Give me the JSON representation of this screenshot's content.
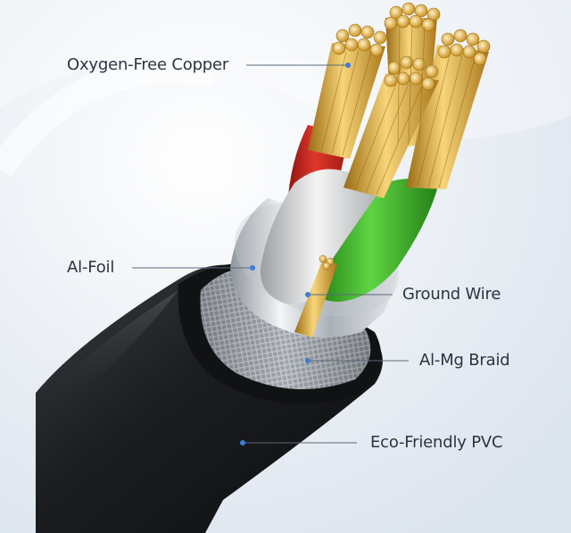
{
  "labels": {
    "copper": "Oxygen-Free Copper",
    "foil": "Al-Foil",
    "ground": "Ground Wire",
    "braid": "Al-Mg Braid",
    "pvc": "Eco-Friendly PVC"
  },
  "colors": {
    "background": "#eef2f6",
    "jacket": "#1e2124",
    "copper": "#d9a93a",
    "red_insulation": "#c8261e",
    "white_insulation": "#d8d8d8",
    "green_insulation": "#3fb82a",
    "foil": "#c9ced3",
    "leader_line": "#5a6a7a",
    "leader_dot": "#3d7fd6"
  },
  "icons": [
    "cable-cross-section-illustration"
  ]
}
